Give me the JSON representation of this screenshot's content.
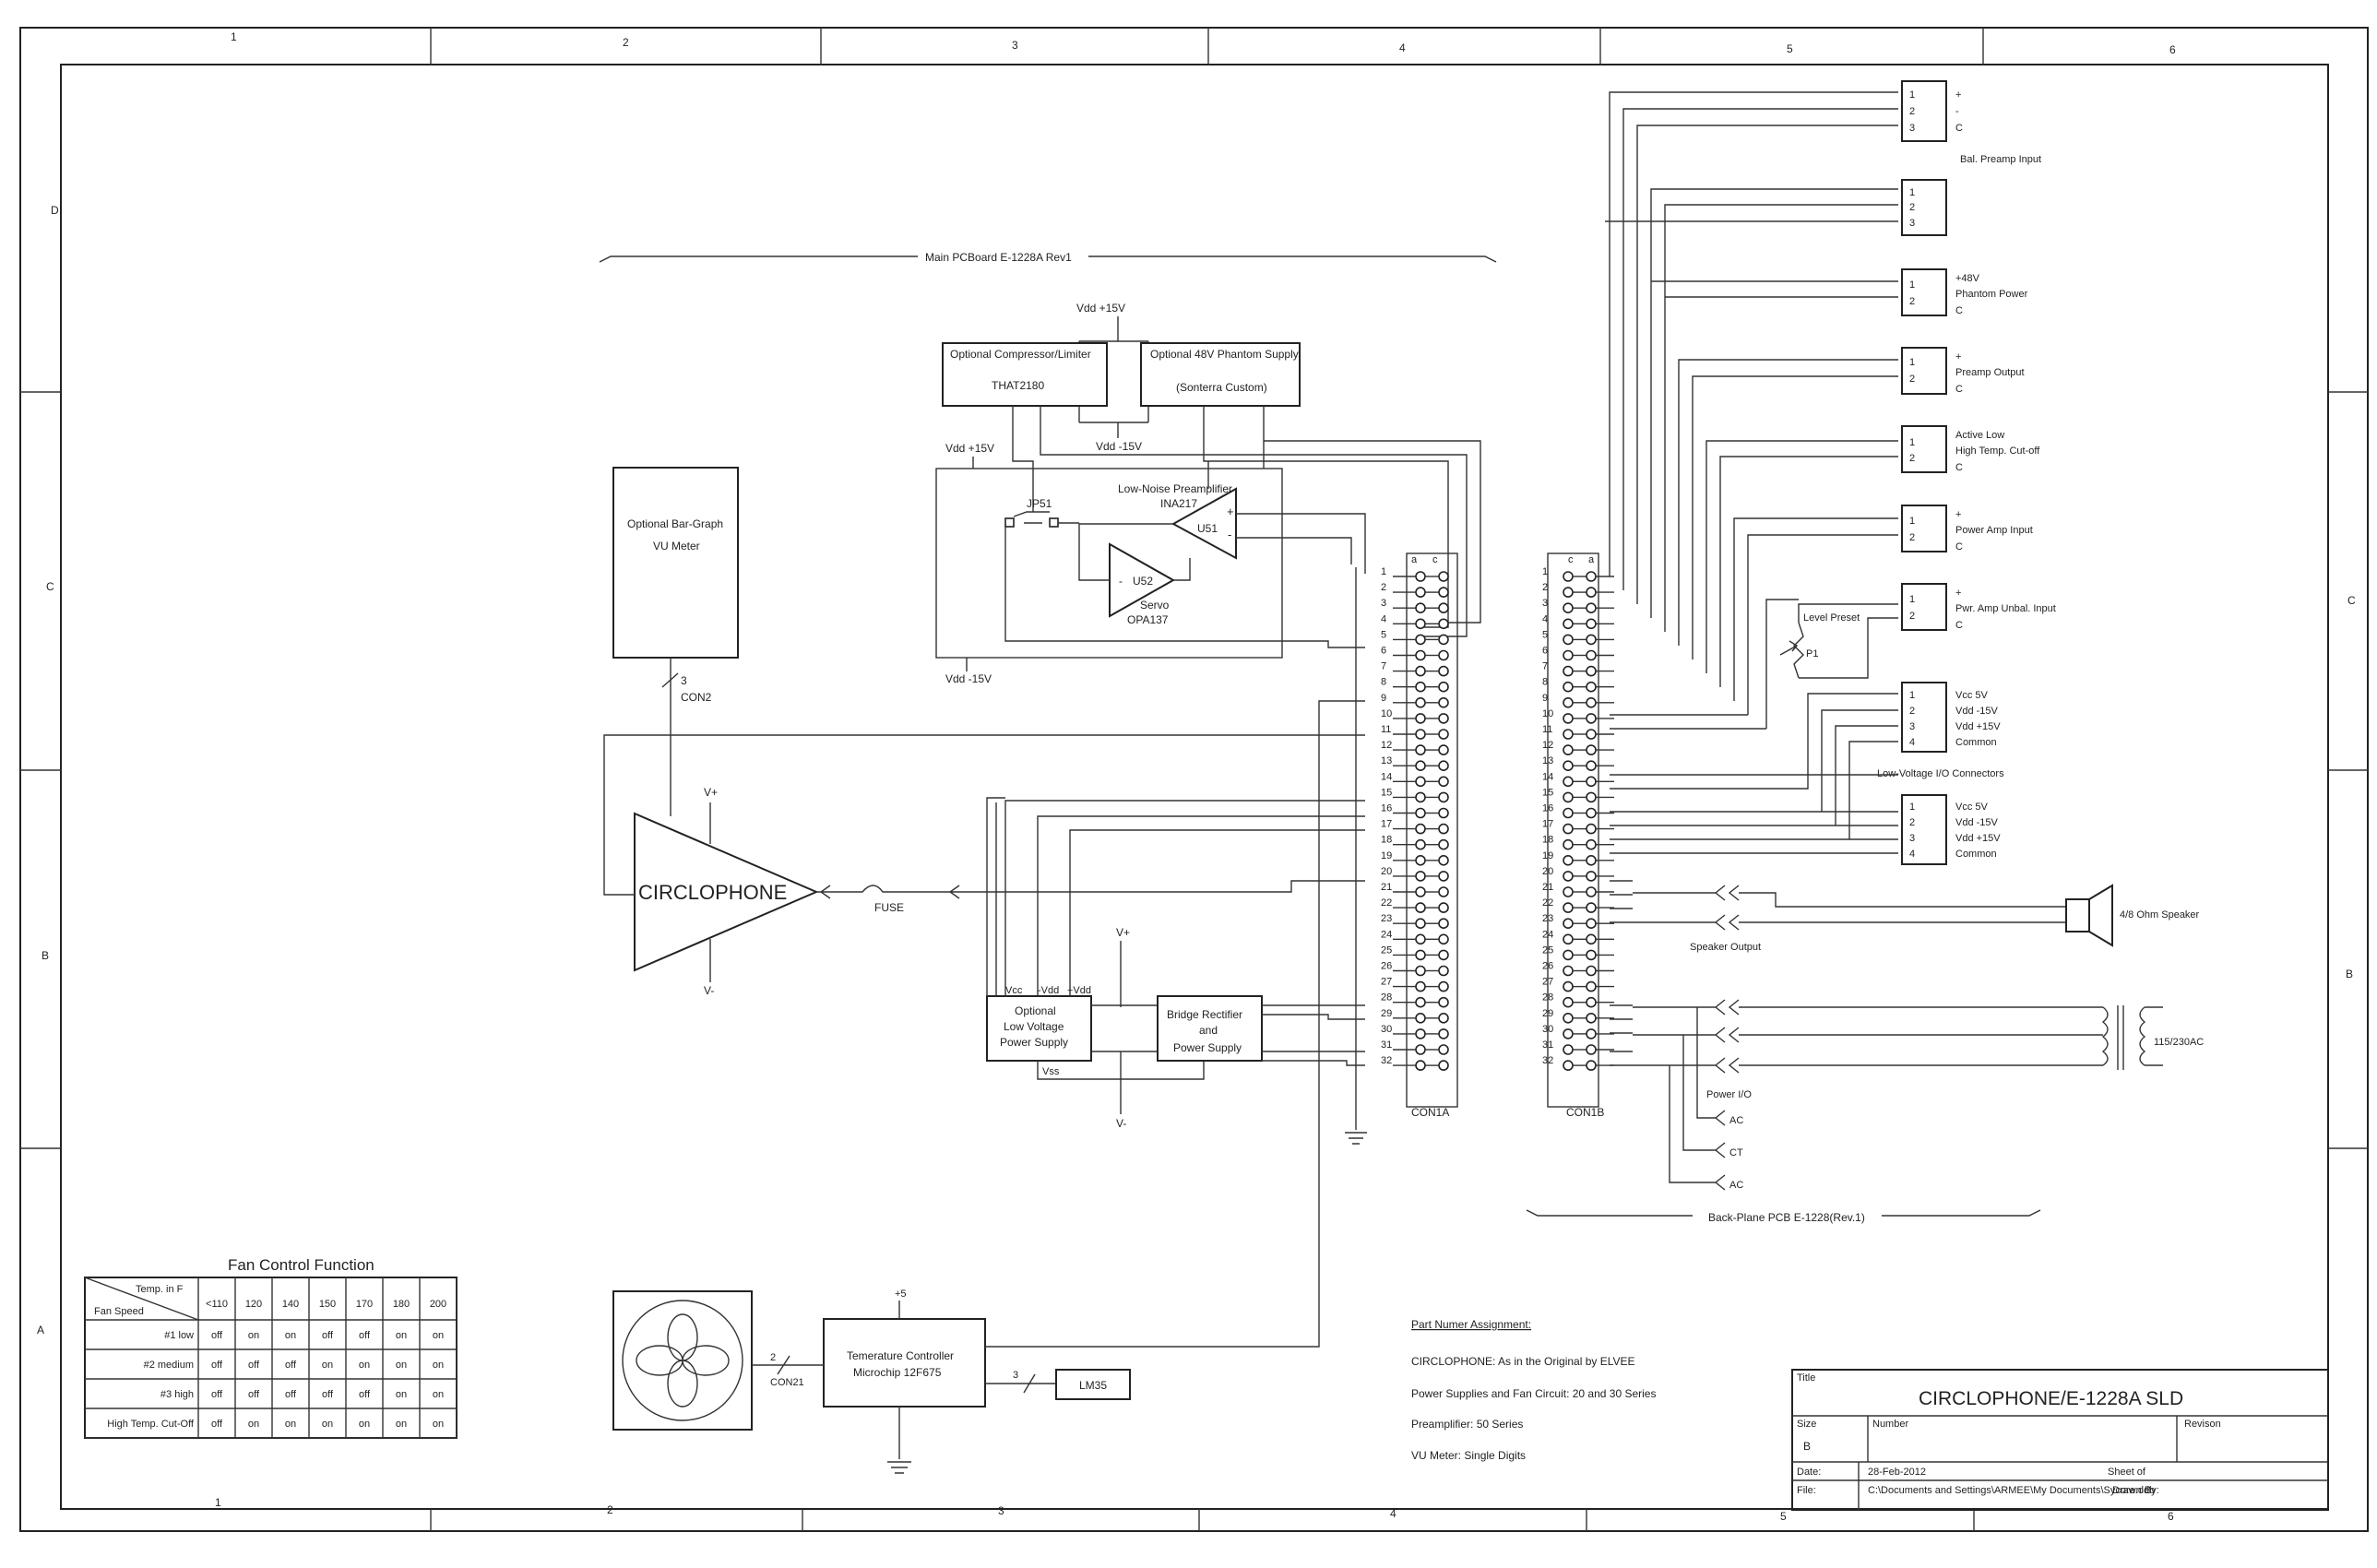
{
  "border": {
    "cols": [
      "1",
      "2",
      "3",
      "4",
      "5",
      "6"
    ],
    "rows_right": [
      "C",
      "B"
    ],
    "rows_left": [
      "D",
      "C",
      "B",
      "A"
    ]
  },
  "main_pcb_label": "Main PCBoard E-1228A Rev1",
  "backplane_label": "Back-Plane PCB E-1228(Rev.1)",
  "supply": {
    "vdd_p15_top": "Vdd +15V",
    "vdd_m15_top": "Vdd -15V",
    "vdd_p15_left": "Vdd +15V",
    "vdd_m15_bottom": "Vdd -15V"
  },
  "compressor": {
    "title": "Optional Compressor/Limiter",
    "part": "THAT2180"
  },
  "phantom_supply": {
    "title": "Optional 48V Phantom Supply",
    "part": "(Sonterra Custom)"
  },
  "preamp": {
    "title": "Low-Noise Preamplifier",
    "part": "INA217",
    "ref": "U51",
    "plus": "+",
    "minus": "-"
  },
  "servo": {
    "ref": "U52",
    "name": "Servo",
    "part": "OPA137",
    "minus": "-"
  },
  "jumper": "JP51",
  "vu_meter": {
    "line1": "Optional Bar-Graph",
    "line2": "VU Meter",
    "pins": "3",
    "connector": "CON2"
  },
  "amp": {
    "name": "CIRCLOPHONE",
    "vplus": "V+",
    "vminus": "V-"
  },
  "fuse": "FUSE",
  "low_voltage_ps": {
    "line1": "Optional",
    "line2": "Low Voltage",
    "line3": "Power Supply",
    "vcc": "Vcc",
    "vdd_m": "-Vdd",
    "vdd_p": "+Vdd",
    "vss": "Vss"
  },
  "bridge": {
    "line1": "Bridge Rectifier",
    "line2": "and",
    "line3": "Power Supply",
    "vplus": "V+",
    "vminus": "V-"
  },
  "con1a": {
    "name": "CON1A",
    "col_a": "a",
    "col_c": "c"
  },
  "con1b": {
    "name": "CON1B",
    "col_c": "c",
    "col_a": "a"
  },
  "pin_numbers": [
    "1",
    "2",
    "3",
    "4",
    "5",
    "6",
    "7",
    "8",
    "9",
    "10",
    "11",
    "12",
    "13",
    "14",
    "15",
    "16",
    "17",
    "18",
    "19",
    "20",
    "21",
    "22",
    "23",
    "24",
    "25",
    "26",
    "27",
    "28",
    "29",
    "30",
    "31",
    "32"
  ],
  "bal_input": {
    "label": "Bal. Preamp Input",
    "pins": [
      "1",
      "2",
      "3"
    ],
    "signals": [
      "+",
      "-",
      "C"
    ]
  },
  "bal_input2": {
    "pins": [
      "1",
      "2",
      "3"
    ]
  },
  "phantom_power": {
    "pins": [
      "1",
      "2"
    ],
    "signals": [
      "+48V",
      "Phantom Power",
      "C"
    ]
  },
  "preamp_output": {
    "pins": [
      "1",
      "2"
    ],
    "signals": [
      "+",
      "Preamp Output",
      "C"
    ]
  },
  "hightemp": {
    "pins": [
      "1",
      "2"
    ],
    "signals": [
      "Active Low",
      "High Temp. Cut-off",
      "C"
    ]
  },
  "power_amp_input": {
    "pins": [
      "1",
      "2"
    ],
    "signals": [
      "+",
      "Power Amp Input",
      "C"
    ]
  },
  "pwr_amp_unbal": {
    "pins": [
      "1",
      "2"
    ],
    "signals": [
      "+",
      "Pwr. Amp Unbal. Input",
      "C"
    ]
  },
  "level_preset": {
    "label": "Level Preset",
    "ref": "P1"
  },
  "lv_connector1": {
    "pins": [
      "1",
      "2",
      "3",
      "4"
    ],
    "signals": [
      "Vcc 5V",
      "Vdd -15V",
      "Vdd +15V",
      "Common"
    ]
  },
  "lv_label": "Low-Voltage I/O Connectors",
  "lv_connector2": {
    "pins": [
      "1",
      "2",
      "3",
      "4"
    ],
    "signals": [
      "Vcc 5V",
      "Vdd -15V",
      "Vdd +15V",
      "Common"
    ]
  },
  "speaker": {
    "label": "4/8 Ohm Speaker",
    "output": "Speaker Output"
  },
  "transformer": "115/230AC",
  "power_io": {
    "label": "Power I/O",
    "lines": [
      "AC",
      "CT",
      "AC"
    ]
  },
  "fan_table": {
    "title": "Fan Control Function",
    "header_top": "Temp. in F",
    "header_side": "Fan Speed",
    "temps": [
      "<110",
      "120",
      "140",
      "150",
      "170",
      "180",
      "200"
    ],
    "rows": [
      {
        "label": "#1 low",
        "values": [
          "off",
          "on",
          "on",
          "off",
          "off",
          "on",
          "on"
        ]
      },
      {
        "label": "#2 medium",
        "values": [
          "off",
          "off",
          "off",
          "on",
          "on",
          "on",
          "on"
        ]
      },
      {
        "label": "#3 high",
        "values": [
          "off",
          "off",
          "off",
          "off",
          "off",
          "on",
          "on"
        ]
      },
      {
        "label": "High Temp. Cut-Off",
        "values": [
          "off",
          "on",
          "on",
          "on",
          "on",
          "on",
          "on"
        ]
      }
    ]
  },
  "controller": {
    "line1": "Temerature Controller",
    "line2": "Microchip 12F675",
    "supply": "+5",
    "fan_pins": "2",
    "fan_con": "CON21",
    "sensor_pins": "3",
    "sensor": "LM35"
  },
  "part_numbers": {
    "title": "Part Numer Assignment:",
    "lines": [
      "CIRCLOPHONE: As in the Original by ELVEE",
      "Power Supplies and Fan Circuit: 20 and 30 Series",
      "Preamplifier: 50 Series",
      "VU Meter: Single Digits"
    ]
  },
  "title_block": {
    "title_label": "Title",
    "title": "CIRCLOPHONE/E-1228A SLD",
    "size_label": "Size",
    "size": "B",
    "number_label": "Number",
    "revision_label": "Revison",
    "date_label": "Date:",
    "date": "28-Feb-2012",
    "sheet_label": "Sheet    of",
    "file_label": "File:",
    "file": "C:\\Documents and Settings\\ARMEE\\My Documents\\Sycore.ddb",
    "drawn_by": "Drawn By:"
  }
}
